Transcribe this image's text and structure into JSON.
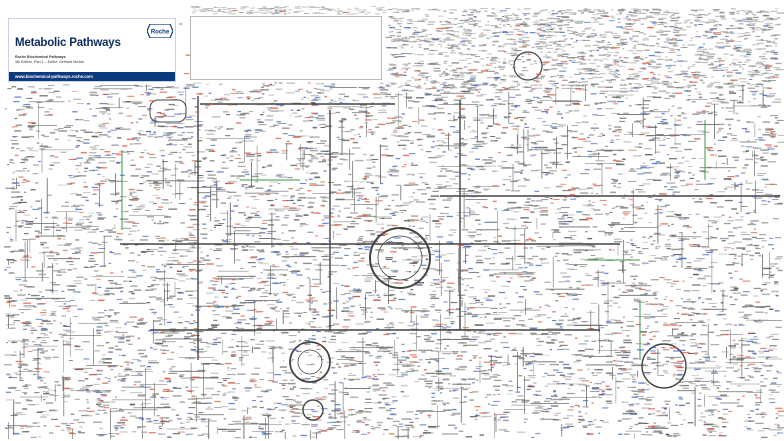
{
  "poster": {
    "title": "Metabolic Pathways",
    "subtitle_line1": "Roche Biochemical Pathways",
    "subtitle_line2": "4th Edition, Part 1 – Editor: Gerhard Michal",
    "url": "www.biochemical-pathways.roche.com",
    "logo_text": "Roche"
  },
  "colors": {
    "background": "#ffffff",
    "title_navy": "#0b2c5f",
    "url_bar": "#0b3a7e",
    "pathway_line": "#3a3a3a",
    "enzyme_blue": "#3a63c8",
    "coenzyme_red": "#e0553a",
    "highlight_green": "#3a9a4a"
  }
}
